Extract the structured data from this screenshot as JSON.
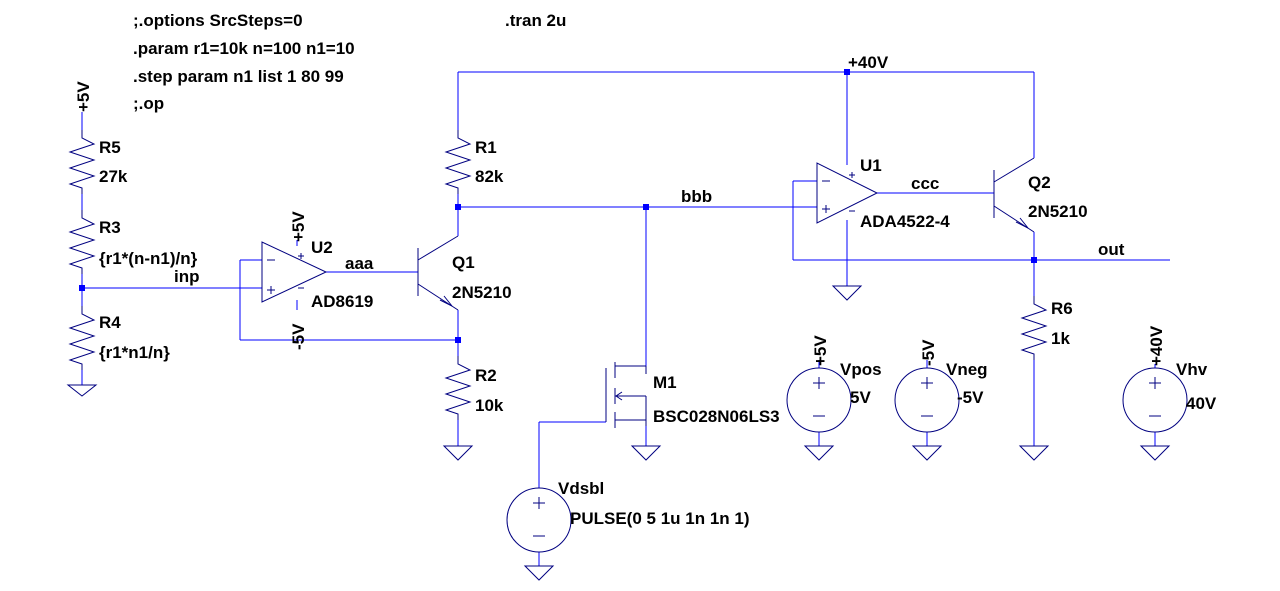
{
  "directives": {
    "line1": ";.options SrcSteps=0",
    "line2": ".param r1=10k n=100 n1=10",
    "line3": ".step param n1 list 1 80 99",
    "line4": ";.op",
    "tran": ".tran 2u"
  },
  "nets": {
    "inp": "inp",
    "aaa": "aaa",
    "bbb": "bbb",
    "ccc": "ccc",
    "out": "out"
  },
  "rails": {
    "r5_top": "+5V",
    "u2_plus": "+5V",
    "u2_minus": "-5V",
    "top": "+40V",
    "vpos": "+5V",
    "vneg": "-5V",
    "vhv": "+40V"
  },
  "components": {
    "R5": {
      "name": "R5",
      "value": "27k"
    },
    "R3": {
      "name": "R3",
      "value": "{r1*(n-n1)/n}"
    },
    "R4": {
      "name": "R4",
      "value": "{r1*n1/n}"
    },
    "R1": {
      "name": "R1",
      "value": "82k"
    },
    "R2": {
      "name": "R2",
      "value": "10k"
    },
    "R6": {
      "name": "R6",
      "value": "1k"
    },
    "U1": {
      "name": "U1",
      "value": "ADA4522-4"
    },
    "U2": {
      "name": "U2",
      "value": "AD8619"
    },
    "Q1": {
      "name": "Q1",
      "value": "2N5210"
    },
    "Q2": {
      "name": "Q2",
      "value": "2N5210"
    },
    "M1": {
      "name": "M1",
      "value": "BSC028N06LS3"
    },
    "Vpos": {
      "name": "Vpos",
      "value": "5V"
    },
    "Vneg": {
      "name": "Vneg",
      "value": "-5V"
    },
    "Vhv": {
      "name": "Vhv",
      "value": "40V"
    },
    "Vdsbl": {
      "name": "Vdsbl",
      "value": "PULSE(0 5 1u 1n 1n 1)"
    }
  },
  "colors": {
    "wire": "#0000ff",
    "component": "#000080",
    "text": "#000000",
    "background": "#ffffff"
  }
}
